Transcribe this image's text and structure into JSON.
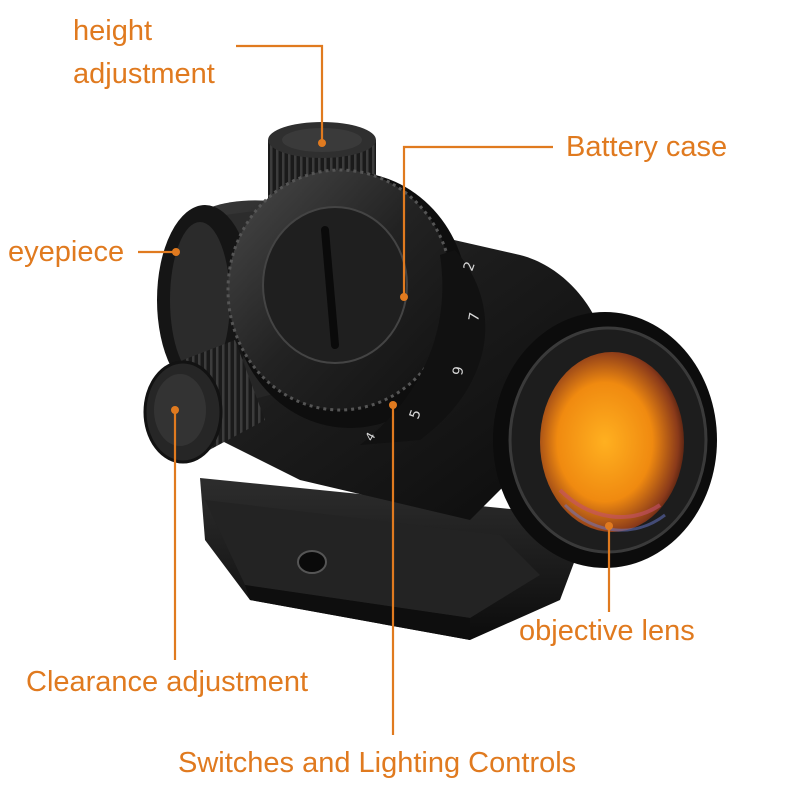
{
  "colors": {
    "label": "#E07A1F",
    "leader": "#E07A1F",
    "body": "#1b1b1b",
    "lens_glow": "#F2A21A"
  },
  "labels": {
    "height_adjustment_line1": "height",
    "height_adjustment_line2": "adjustment",
    "battery_case": "Battery case",
    "eyepiece": "eyepiece",
    "objective_lens": "objective lens",
    "clearance_adjustment": "Clearance adjustment",
    "switches_lighting": "Switches and Lighting Controls"
  },
  "dial_numbers": [
    "2",
    "7",
    "9",
    "5",
    "4"
  ]
}
